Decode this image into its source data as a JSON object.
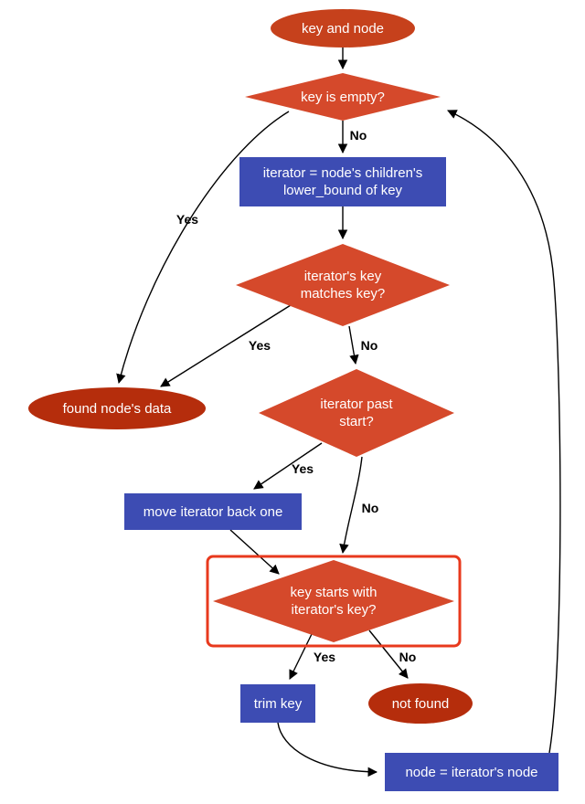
{
  "diagram": {
    "colors": {
      "start_ellipse": "#c6411c",
      "terminal_ellipse": "#b52d0c",
      "diamond": "#d5492b",
      "process_rect": "#3d4cb3",
      "highlight_border": "#e8391d"
    },
    "nodes": {
      "start": {
        "label": "key and node"
      },
      "key_is_empty": {
        "label": "key is empty?"
      },
      "lower_bound": {
        "line1": "iterator = node's children's",
        "line2": "lower_bound of key"
      },
      "matches": {
        "line1": "iterator's key",
        "line2": "matches key?"
      },
      "found": {
        "label": "found node's data"
      },
      "past_start": {
        "line1": "iterator past",
        "line2": "start?"
      },
      "move_back": {
        "label": "move iterator back one"
      },
      "starts_with": {
        "line1": "key starts with",
        "line2": "iterator's key?"
      },
      "trim_key": {
        "label": "trim key"
      },
      "not_found": {
        "label": "not found"
      },
      "node_assign": {
        "label": "node = iterator's node"
      }
    },
    "edges": {
      "empty_no": "No",
      "empty_yes": "Yes",
      "matches_yes": "Yes",
      "matches_no": "No",
      "past_yes": "Yes",
      "past_no": "No",
      "starts_yes": "Yes",
      "starts_no": "No"
    }
  }
}
